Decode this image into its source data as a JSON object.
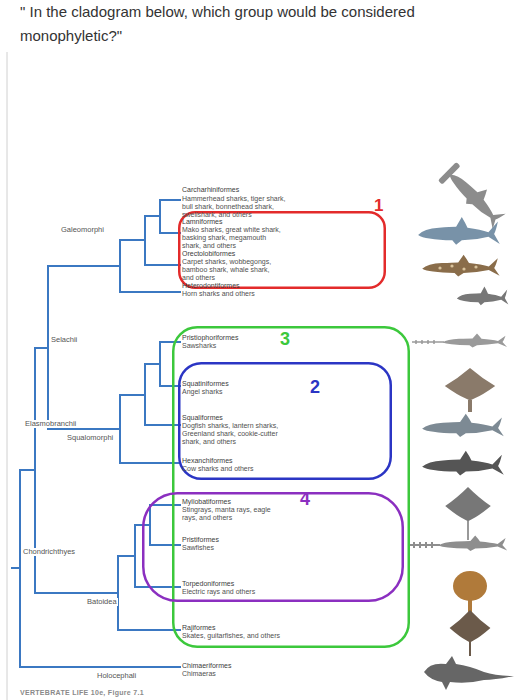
{
  "diagram": {
    "title": "\" In the cladogram below, which group would be considered monophyletic?\"",
    "nodes": [
      {
        "text": [
          "1"
        ]
      },
      {
        "text": [
          "3"
        ]
      },
      {
        "text": [
          "2"
        ],
        "in": 1
      },
      {
        "text": [
          "4"
        ]
      }
    ],
    "labels": [
      "Carcharhiniformes",
      "Hammerhead sharks, tiger shark, bull shark, bonnethead shark, swellshark, and others",
      "Lamniformes",
      "Mako sharks, great white shark, basking shark, megamouth shark, and others",
      "Galeomorphi",
      "Orectolobiformes",
      "Carpet sharks, wobbegongs, bamboo shark, whale shark, and others",
      "Heterodontiformes",
      "Horn sharks and others",
      "Pristiophoriformes",
      "Sawsharks",
      "Selachii",
      "Squatiniformes",
      "Angel sharks",
      "Squaliformes",
      "Dogfish sharks, lantern sharks, Greenland shark, cookie-cutter shark, and others",
      "Elasmobranchii",
      "Squalomorphi",
      "Hexanchiformes",
      "Cow sharks and others",
      "Myliobatiformes",
      "Stingrays, manta rays, eagle rays, and others",
      "Pristiformes",
      "Sawfishes",
      "Chondrichthyes",
      "Torpedoniformes",
      "Electric rays and others",
      "Batoidea",
      "Rajiformes",
      "Skates, guitarfishes, and others",
      "Chimaeriformes",
      "Chimaeras",
      "Holocephali",
      "VERTEBRATE LIFE 10e, Figure 7.1"
    ]
  }
}
